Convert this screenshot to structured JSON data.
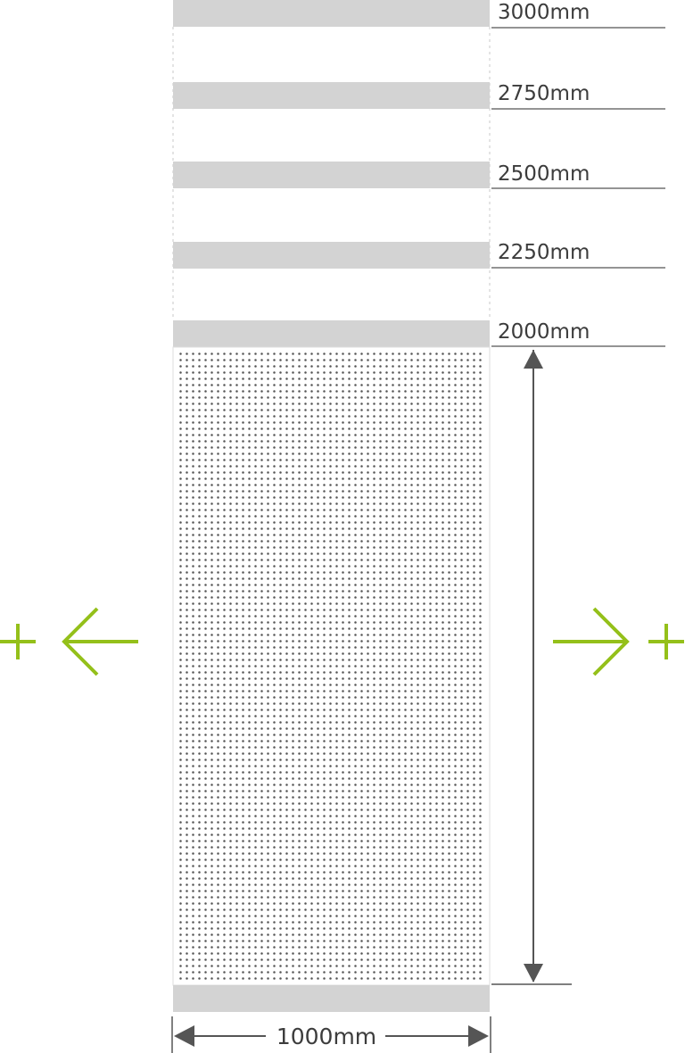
{
  "colors": {
    "rail": "#d3d3d3",
    "dots": "#555555",
    "line": "#555555",
    "accent": "#94c01a",
    "text": "#3c3c3c"
  },
  "heights": [
    {
      "label": "3000mm",
      "value_mm": 3000
    },
    {
      "label": "2750mm",
      "value_mm": 2750
    },
    {
      "label": "2500mm",
      "value_mm": 2500
    },
    {
      "label": "2250mm",
      "value_mm": 2250
    },
    {
      "label": "2000mm",
      "value_mm": 2000
    }
  ],
  "width": {
    "label": "1000mm",
    "value_mm": 1000
  },
  "extend_left": {
    "icon": "arrow-left-icon",
    "symbol": "plus-icon"
  },
  "extend_right": {
    "icon": "arrow-right-icon",
    "symbol": "plus-icon"
  }
}
